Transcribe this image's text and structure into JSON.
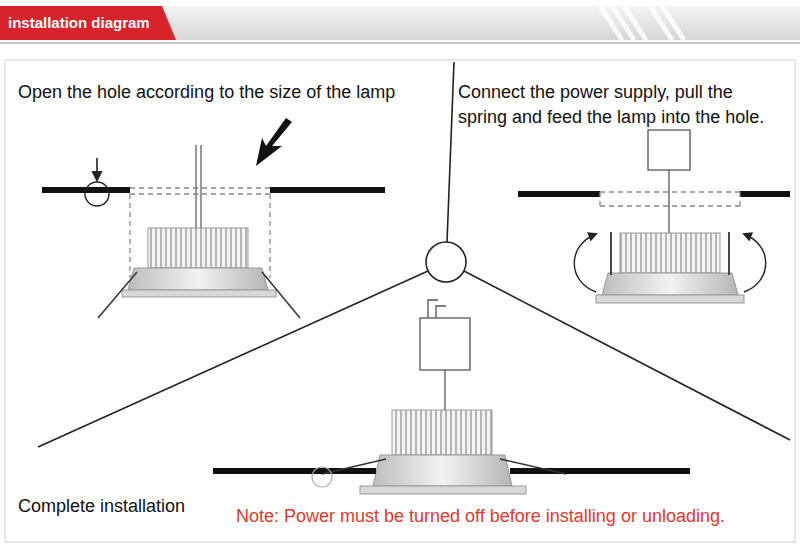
{
  "diagram": {
    "title": "installation diagram",
    "labels": [
      "Open the hole according to the size of the lamp",
      "Connect the power supply, pull the spring and feed the lamp into the hole.",
      "Complete installation",
      "Note: Power must be turned off before installing or unloading."
    ]
  }
}
